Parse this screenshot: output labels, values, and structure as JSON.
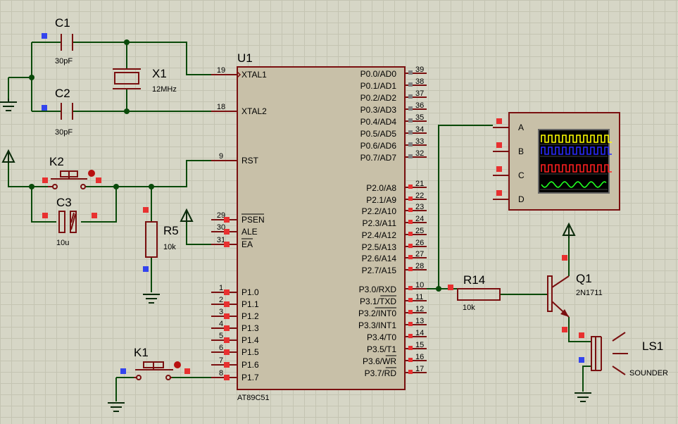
{
  "components": {
    "C1": {
      "ref": "C1",
      "value": "30pF"
    },
    "C2": {
      "ref": "C2",
      "value": "30pF"
    },
    "X1": {
      "ref": "X1",
      "value": "12MHz"
    },
    "K2": {
      "ref": "K2"
    },
    "C3": {
      "ref": "C3",
      "value": "10u"
    },
    "R5": {
      "ref": "R5",
      "value": "10k"
    },
    "K1": {
      "ref": "K1"
    },
    "U1": {
      "ref": "U1",
      "part": "AT89C51"
    },
    "R14": {
      "ref": "R14",
      "value": "10k"
    },
    "Q1": {
      "ref": "Q1",
      "value": "2N1711"
    },
    "LS1": {
      "ref": "LS1",
      "value": "SOUNDER"
    }
  },
  "u1_left_pins": [
    {
      "num": "19",
      "name": "XTAL1"
    },
    {
      "num": "18",
      "name": "XTAL2"
    },
    {
      "num": "9",
      "name": "RST"
    },
    {
      "num": "29",
      "name": "PSEN",
      "overbar": true
    },
    {
      "num": "30",
      "name": "ALE"
    },
    {
      "num": "31",
      "name": "EA",
      "overbar": true
    },
    {
      "num": "1",
      "name": "P1.0"
    },
    {
      "num": "2",
      "name": "P1.1"
    },
    {
      "num": "3",
      "name": "P1.2"
    },
    {
      "num": "4",
      "name": "P1.3"
    },
    {
      "num": "5",
      "name": "P1.4"
    },
    {
      "num": "6",
      "name": "P1.5"
    },
    {
      "num": "7",
      "name": "P1.6"
    },
    {
      "num": "8",
      "name": "P1.7"
    }
  ],
  "u1_right_pins": [
    {
      "num": "39",
      "name": "P0.0/AD0"
    },
    {
      "num": "38",
      "name": "P0.1/AD1"
    },
    {
      "num": "37",
      "name": "P0.2/AD2"
    },
    {
      "num": "36",
      "name": "P0.3/AD3"
    },
    {
      "num": "35",
      "name": "P0.4/AD4"
    },
    {
      "num": "34",
      "name": "P0.5/AD5"
    },
    {
      "num": "33",
      "name": "P0.6/AD6"
    },
    {
      "num": "32",
      "name": "P0.7/AD7"
    },
    {
      "num": "21",
      "name": "P2.0/A8"
    },
    {
      "num": "22",
      "name": "P2.1/A9"
    },
    {
      "num": "23",
      "name": "P2.2/A10"
    },
    {
      "num": "24",
      "name": "P2.3/A11"
    },
    {
      "num": "25",
      "name": "P2.4/A12"
    },
    {
      "num": "26",
      "name": "P2.5/A13"
    },
    {
      "num": "27",
      "name": "P2.6/A14"
    },
    {
      "num": "28",
      "name": "P2.7/A15"
    },
    {
      "num": "10",
      "name": "P3.0/RXD"
    },
    {
      "num": "11",
      "name": "P3.1/",
      "over": "TXD"
    },
    {
      "num": "12",
      "name": "P3.2/",
      "over": "INT0"
    },
    {
      "num": "13",
      "name": "P3.3/INT1"
    },
    {
      "num": "14",
      "name": "P3.4/T0"
    },
    {
      "num": "15",
      "name": "P3.5/T1"
    },
    {
      "num": "16",
      "name": "P3.6/",
      "over": "WR"
    },
    {
      "num": "17",
      "name": "P3.7/",
      "over": "RD"
    }
  ],
  "scope_channels": [
    "A",
    "B",
    "C",
    "D"
  ],
  "scope_trace_colors": [
    "#ffff00",
    "#2b2bff",
    "#ff2020",
    "#20ff20"
  ],
  "colors": {
    "wire": "#0a4a0a",
    "part": "#7a1010",
    "body": "#c8c0a8",
    "grid": "#d6d6c6"
  }
}
